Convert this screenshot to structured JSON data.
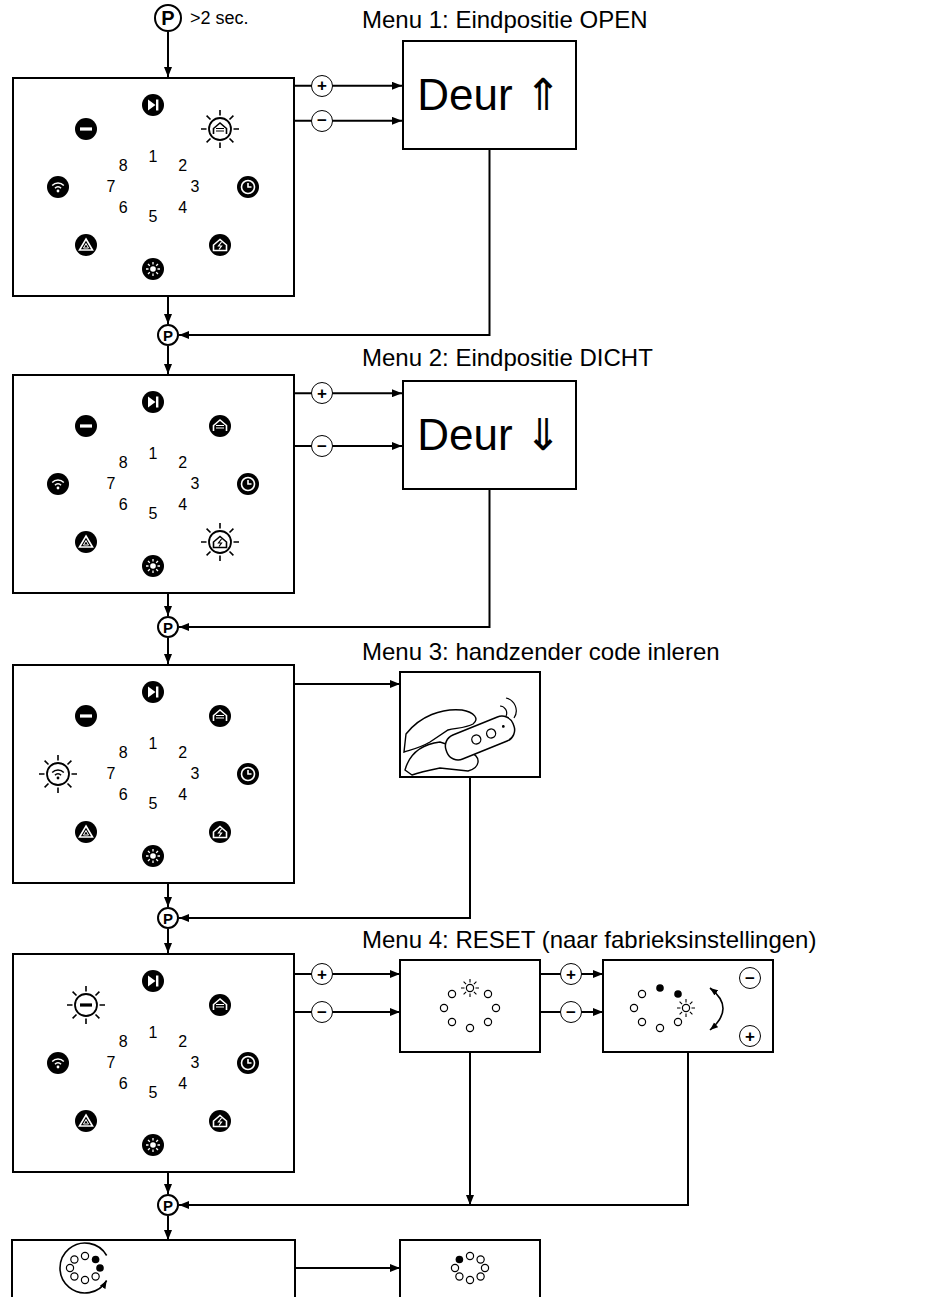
{
  "diagram": {
    "nodes": [
      {
        "text": [
          "P"
        ]
      },
      {
        "text": [
          "1",
          "2",
          "3",
          "4",
          "5",
          "6",
          "7",
          "8"
        ]
      },
      {
        "text": [
          "Deur ⇑"
        ]
      },
      {
        "text": [
          "P"
        ]
      },
      {
        "text": [
          "1",
          "2",
          "3",
          "4",
          "5",
          "6",
          "7",
          "8"
        ]
      },
      {
        "text": [
          "Deur ⇓"
        ]
      },
      {
        "text": [
          "P"
        ]
      },
      {
        "text": [
          "1",
          "2",
          "3",
          "4",
          "5",
          "6",
          "7",
          "8"
        ]
      },
      {
        "text": [
          "P"
        ]
      },
      {
        "text": [
          "1",
          "2",
          "3",
          "4",
          "5",
          "6",
          "7",
          "8"
        ]
      },
      {
        "text": [
          "P"
        ]
      }
    ],
    "edges": [
      {
        "from": 0,
        "to": 1,
        "arrow": "to"
      },
      {
        "from": 1,
        "to": 2,
        "label": "+",
        "arrow": "to"
      },
      {
        "from": 1,
        "to": 2,
        "label": "−",
        "arrow": "to"
      },
      {
        "from": 2,
        "to": 3,
        "arrow": "to"
      },
      {
        "from": 1,
        "to": 3,
        "arrow": "to"
      },
      {
        "from": 3,
        "to": 4,
        "arrow": "to"
      },
      {
        "from": 4,
        "to": 5,
        "label": "+",
        "arrow": "to"
      },
      {
        "from": 4,
        "to": 5,
        "label": "−",
        "arrow": "to"
      },
      {
        "from": 5,
        "to": 6,
        "arrow": "to"
      },
      {
        "from": 4,
        "to": 6,
        "arrow": "to"
      },
      {
        "from": 6,
        "to": 7,
        "arrow": "to"
      },
      {
        "from": 7,
        "to": 8,
        "arrow": "to"
      },
      {
        "from": 8,
        "to": 9,
        "arrow": "to"
      },
      {
        "from": 9,
        "to": 10,
        "arrow": "to"
      }
    ],
    "labels": [
      ">2 sec.",
      "Menu 1: Eindpositie OPEN",
      "Menu 2: Eindpositie DICHT",
      "Menu 3: handzender code inleren",
      "Menu 4: RESET (naar fabrieksinstellingen)",
      "+",
      "−",
      "+",
      "−",
      "−",
      "+"
    ]
  }
}
